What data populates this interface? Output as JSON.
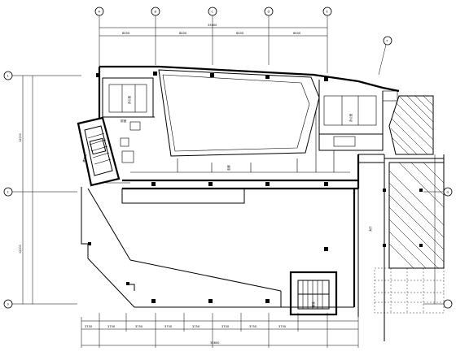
{
  "title": "",
  "drawing": {
    "type": "electrical floor plan (lighting layout)",
    "room_labels": [
      "楼梯间",
      "前室",
      "走廊",
      "办公室",
      "大厅",
      "楼梯"
    ],
    "top_axis_labels": [
      "A",
      "B",
      "C",
      "D",
      "E"
    ],
    "left_axis_labels": [
      "1",
      "2",
      "3"
    ],
    "right_axis_labels": [
      "F",
      "G"
    ],
    "top_dimensions": [
      "8400",
      "8400",
      "8400",
      "8400"
    ],
    "top_total": "33600",
    "bottom_dimensions": [
      "3750",
      "3750",
      "3750",
      "3750",
      "3750",
      "3750",
      "3750",
      "3750"
    ],
    "bottom_total": "33600",
    "left_dimensions": [
      "12000",
      "12000"
    ]
  }
}
